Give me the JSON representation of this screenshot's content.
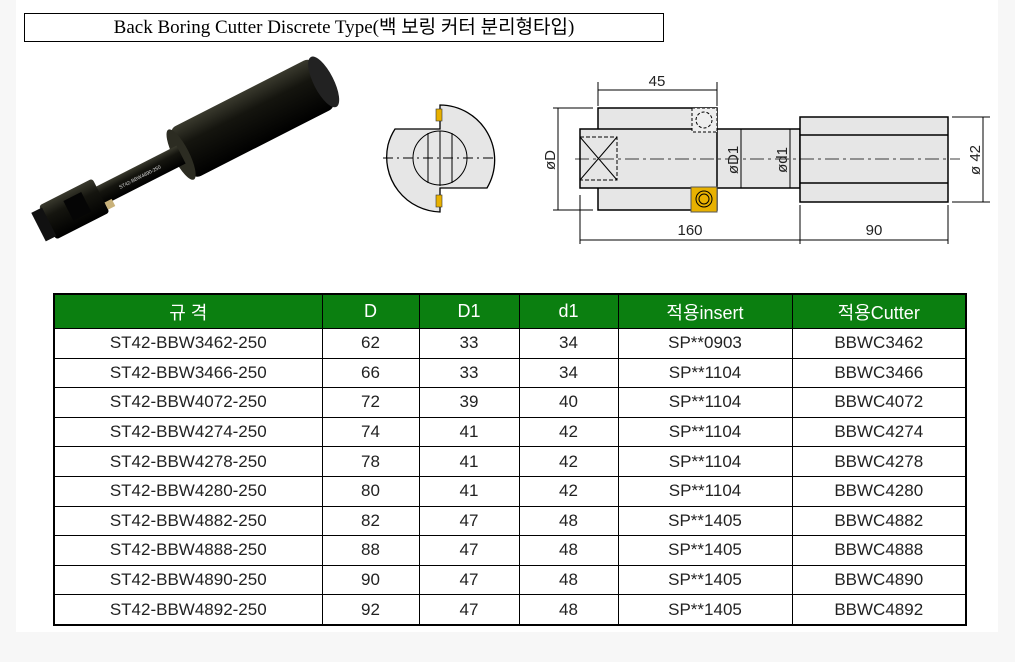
{
  "title": "Back Boring Cutter Discrete Type(백 보링 커터 분리형타입)",
  "drawing": {
    "dim_45": "45",
    "dim_160": "160",
    "dim_90": "90",
    "dim_D": "øD",
    "dim_D1": "øD1",
    "dim_d1": "ød1",
    "dim_42": "ø 42",
    "insert_color": "#e8b100"
  },
  "table": {
    "header_color": "#0b7f10",
    "headers": [
      "규 격",
      "D",
      "D1",
      "d1",
      "적용insert",
      "적용Cutter"
    ],
    "rows": [
      [
        "ST42-BBW3462-250",
        "62",
        "33",
        "34",
        "SP**0903",
        "BBWC3462"
      ],
      [
        "ST42-BBW3466-250",
        "66",
        "33",
        "34",
        "SP**1104",
        "BBWC3466"
      ],
      [
        "ST42-BBW4072-250",
        "72",
        "39",
        "40",
        "SP**1104",
        "BBWC4072"
      ],
      [
        "ST42-BBW4274-250",
        "74",
        "41",
        "42",
        "SP**1104",
        "BBWC4274"
      ],
      [
        "ST42-BBW4278-250",
        "78",
        "41",
        "42",
        "SP**1104",
        "BBWC4278"
      ],
      [
        "ST42-BBW4280-250",
        "80",
        "41",
        "42",
        "SP**1104",
        "BBWC4280"
      ],
      [
        "ST42-BBW4882-250",
        "82",
        "47",
        "48",
        "SP**1405",
        "BBWC4882"
      ],
      [
        "ST42-BBW4888-250",
        "88",
        "47",
        "48",
        "SP**1405",
        "BBWC4888"
      ],
      [
        "ST42-BBW4890-250",
        "90",
        "47",
        "48",
        "SP**1405",
        "BBWC4890"
      ],
      [
        "ST42-BBW4892-250",
        "92",
        "47",
        "48",
        "SP**1405",
        "BBWC4892"
      ]
    ]
  }
}
